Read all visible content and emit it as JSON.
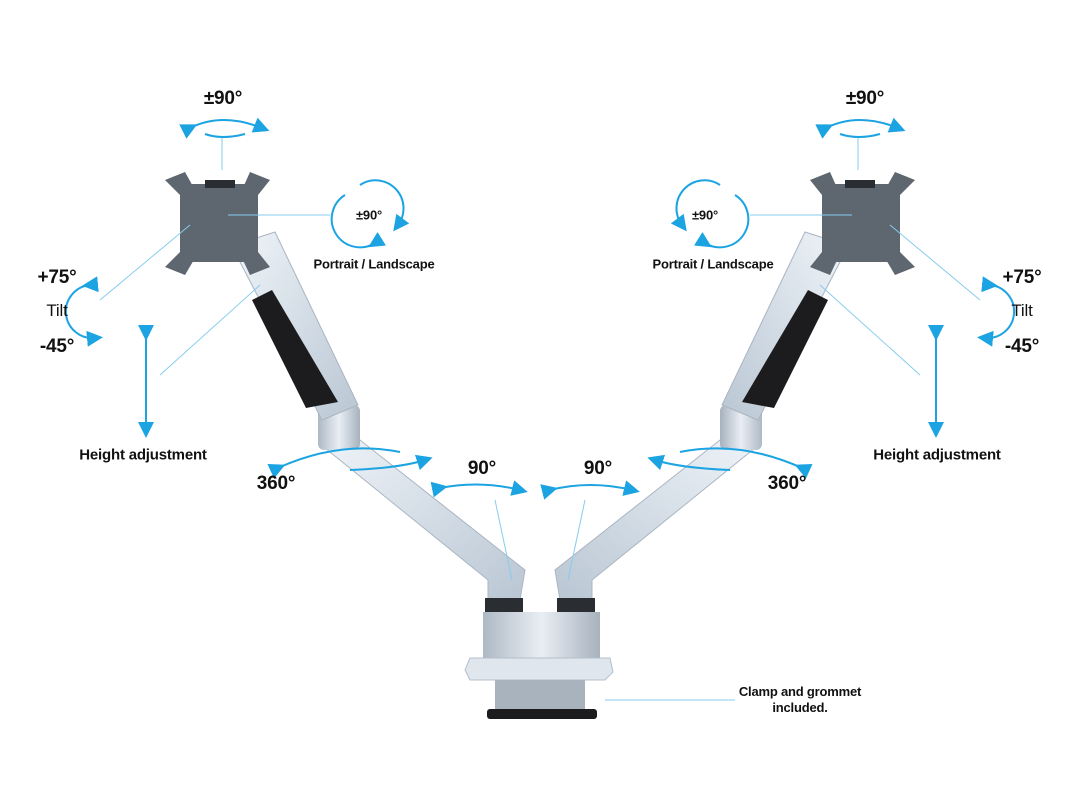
{
  "colors": {
    "accent": "#1ba3e2",
    "leader": "#86cdee",
    "plate": "#5e6670",
    "silver": "#d5dee8",
    "spring": "#1c1c1e"
  },
  "left": {
    "swivel": "±90°",
    "rotation": "±90°",
    "rotation_caption": "Portrait / Landscape",
    "tilt_up": "+75°",
    "tilt": "Tilt",
    "tilt_down": "-45°",
    "height": "Height adjustment",
    "arm_rotation": "360°",
    "base_rotation": "90°"
  },
  "right": {
    "swivel": "±90°",
    "rotation": "±90°",
    "rotation_caption": "Portrait / Landscape",
    "tilt_up": "+75°",
    "tilt": "Tilt",
    "tilt_down": "-45°",
    "height": "Height adjustment",
    "arm_rotation": "360°",
    "base_rotation": "90°"
  },
  "clamp": {
    "line1": "Clamp and grommet",
    "line2": "included."
  }
}
